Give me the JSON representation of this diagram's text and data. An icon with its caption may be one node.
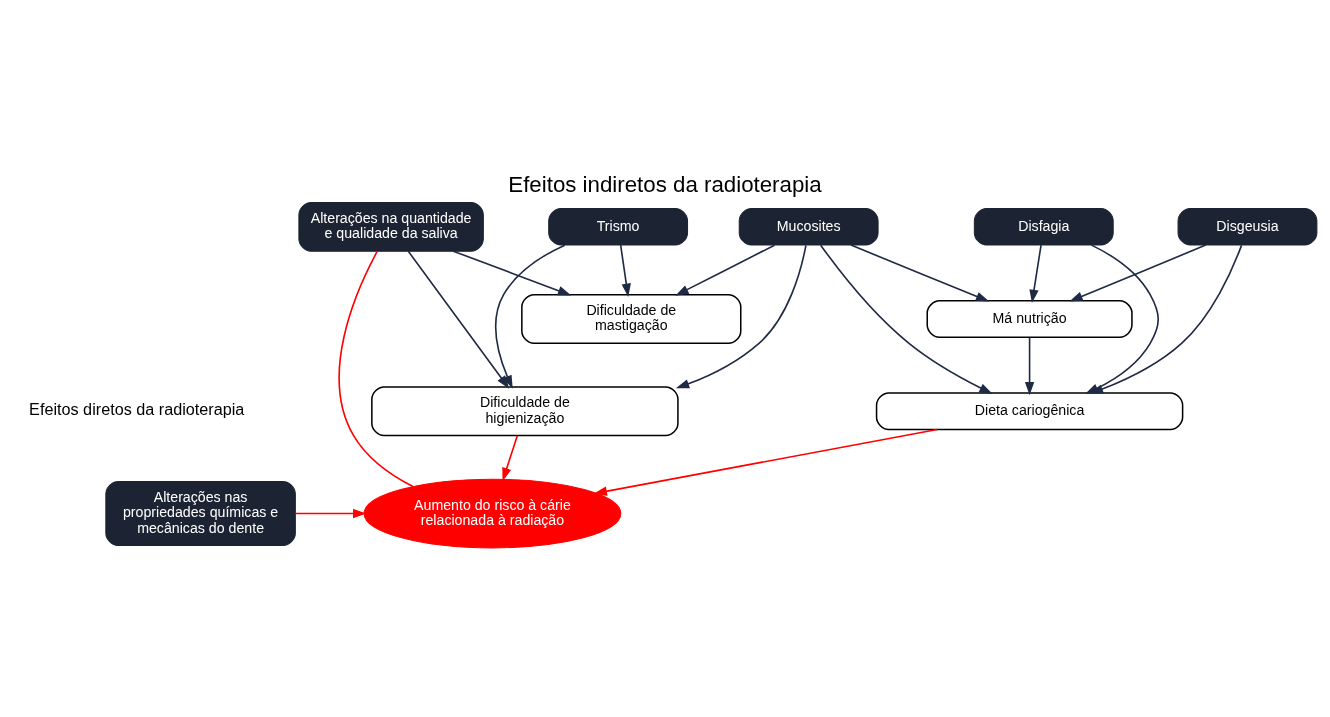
{
  "diagram": {
    "title": "Efeitos indiretos da radioterapia",
    "nodes": [
      {
        "text": [
          "Alterações na quantidade e qualidade da saliva"
        ]
      },
      {
        "text": [
          "Trismo"
        ]
      },
      {
        "text": [
          "Mucosites"
        ]
      },
      {
        "text": [
          "Disfagia"
        ]
      },
      {
        "text": [
          "Disgeusia"
        ]
      },
      {
        "text": [
          "Dificuldade de mastigação"
        ]
      },
      {
        "text": [
          "Má nutrição"
        ]
      },
      {
        "text": [
          "Dificuldade de higienização"
        ]
      },
      {
        "text": [
          "Dieta cariogênica"
        ]
      },
      {
        "text": [
          "Aumento do risco à cárie relacionada à radiação"
        ]
      },
      {
        "text": [
          "Alterações nas propriedades químicas e mecânicas do dente"
        ]
      }
    ],
    "edges": [
      {
        "from": 0,
        "to": 5,
        "arrow": "to"
      },
      {
        "from": 0,
        "to": 7,
        "arrow": "to"
      },
      {
        "from": 0,
        "to": 9,
        "arrow": "none",
        "color": "#ff0000"
      },
      {
        "from": 1,
        "to": 5,
        "arrow": "to"
      },
      {
        "from": 1,
        "to": 7,
        "arrow": "to"
      },
      {
        "from": 2,
        "to": 5,
        "arrow": "to"
      },
      {
        "from": 2,
        "to": 7,
        "arrow": "to"
      },
      {
        "from": 2,
        "to": 8,
        "arrow": "to"
      },
      {
        "from": 2,
        "to": 6,
        "arrow": "to"
      },
      {
        "from": 3,
        "to": 6,
        "arrow": "to"
      },
      {
        "from": 3,
        "to": 8,
        "arrow": "to"
      },
      {
        "from": 4,
        "to": 6,
        "arrow": "to"
      },
      {
        "from": 4,
        "to": 8,
        "arrow": "to"
      },
      {
        "from": 6,
        "to": 8,
        "arrow": "to"
      },
      {
        "from": 7,
        "to": 9,
        "arrow": "to",
        "color": "#ff0000"
      },
      {
        "from": 8,
        "to": 9,
        "arrow": "to",
        "color": "#ff0000"
      },
      {
        "from": 10,
        "to": 9,
        "arrow": "to",
        "color": "#ff0000"
      }
    ],
    "labels": [
      "Efeitos diretos da radioterapia"
    ]
  }
}
